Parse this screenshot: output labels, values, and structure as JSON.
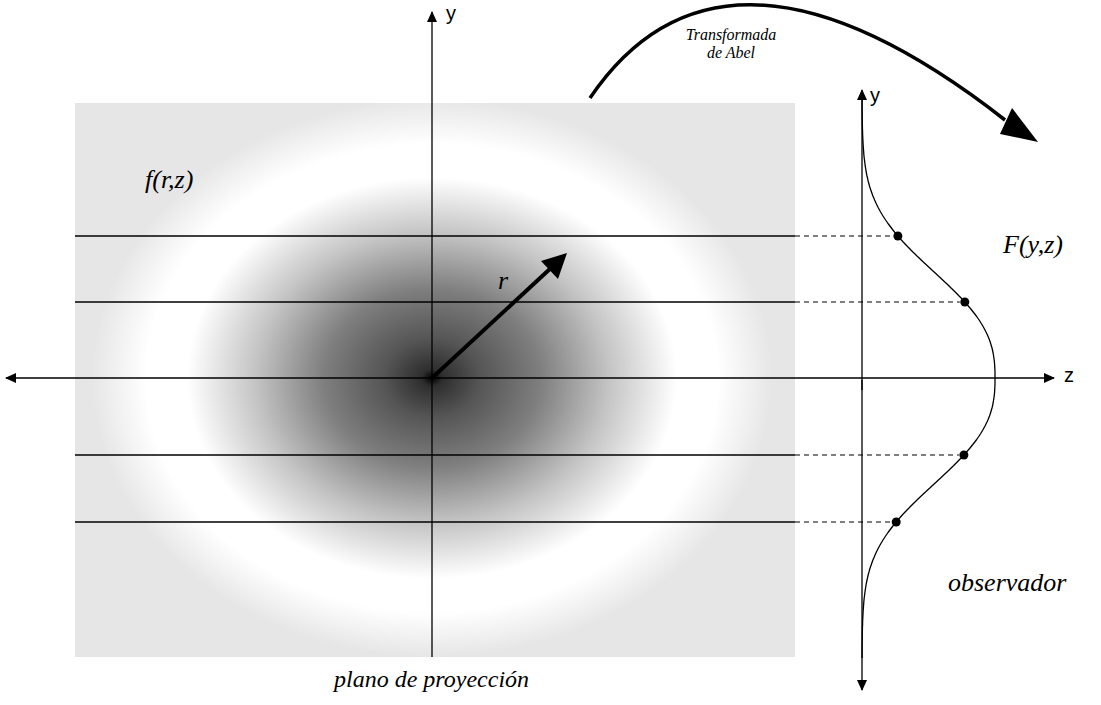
{
  "diagram": {
    "labels": [
      "y",
      "z",
      "f(r,z)",
      "r",
      "y",
      "F(y,z)",
      "Transformada de Abel",
      "observador",
      "plano de proyección"
    ]
  }
}
